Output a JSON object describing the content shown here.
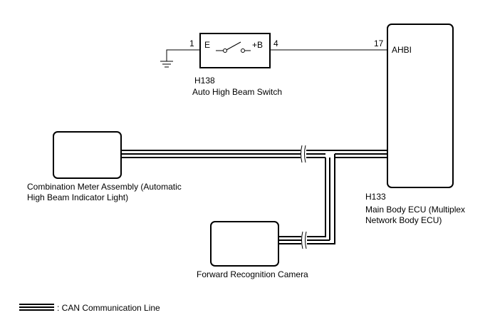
{
  "switch_component": {
    "connector_code": "H138",
    "name": "Auto High Beam Switch",
    "pin_left_number": "1",
    "pin_left_label": "E",
    "pin_right_number": "4",
    "pin_right_label": "+B"
  },
  "ecu": {
    "connector_code": "H133",
    "name_line1": "Main Body ECU (Multiplex",
    "name_line2": "Network Body ECU)",
    "pin_number": "17",
    "pin_label": "AHBI"
  },
  "combination_meter": {
    "name_line1": "Combination Meter Assembly (Automatic",
    "name_line2": "High Beam Indicator Light)"
  },
  "camera": {
    "name": "Forward Recognition Camera"
  },
  "legend": {
    "label": ": CAN Communication Line"
  },
  "colors": {
    "line": "#000000",
    "background": "#ffffff"
  }
}
